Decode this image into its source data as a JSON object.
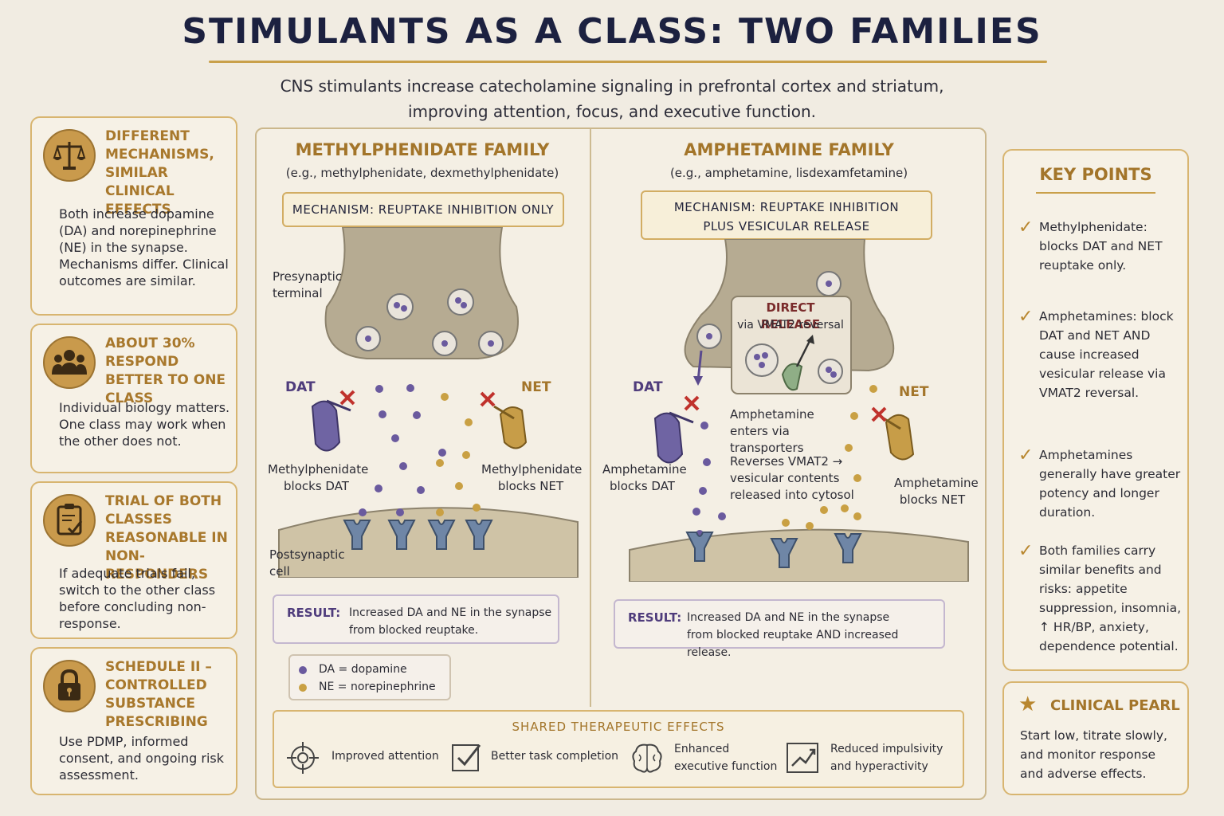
{
  "header": {
    "title": "STIMULANTS AS A CLASS: TWO FAMILIES",
    "subtitle_line1": "CNS stimulants increase catecholamine signaling in prefrontal cortex and striatum,",
    "subtitle_line2": "improving attention, focus, and executive function."
  },
  "left_cards": [
    {
      "title": "Different mechanisms, similar clinical effects",
      "body": "Both increase dopamine (DA) and norepinephrine (NE) in the synapse. Mechanisms differ. Clinical outcomes are similar.",
      "icon": "balance-scale-icon"
    },
    {
      "title": "About 30% respond better to one class",
      "body": "Individual biology matters. One class may work when the other does not.",
      "icon": "people-group-icon"
    },
    {
      "title": "Trial of both classes reasonable in non-responders",
      "body": "If adequate trials fail, switch to the other class before concluding non-response.",
      "icon": "clipboard-check-icon"
    },
    {
      "title": "Schedule II – controlled substance prescribing",
      "body": "Use PDMP, informed consent, and ongoing risk assessment.",
      "icon": "padlock-icon"
    }
  ],
  "methylphenidate": {
    "title": "METHYLPHENIDATE FAMILY",
    "examples": "(e.g., methylphenidate, dexmethylphenidate)",
    "mechanism": "MECHANISM: REUPTAKE INHIBITION ONLY",
    "presynaptic_label": "Presynaptic terminal",
    "postsynaptic_label": "Postsynaptic cell",
    "dat_label": "DAT",
    "net_label": "NET",
    "dat_block_label": "Methylphenidate blocks DAT",
    "net_block_label": "Methylphenidate blocks NET",
    "result_key": "RESULT:",
    "result_line1": "Increased DA and NE in the synapse",
    "result_line2": "from blocked reuptake."
  },
  "amphetamine": {
    "title": "AMPHETAMINE FAMILY",
    "examples": "(e.g., amphetamine, lisdexamfetamine)",
    "mechanism_line1": "MECHANISM: REUPTAKE INHIBITION",
    "mechanism_line2": "PLUS VESICULAR RELEASE",
    "direct_release_title": "DIRECT RELEASE",
    "direct_release_sub": "via VMAT2 reversal",
    "dat_label": "DAT",
    "net_label": "NET",
    "enters_label": "Amphetamine enters via transporters",
    "reverses_label": "Reverses VMAT2 → vesicular contents released into cytosol",
    "dat_block_label": "Amphetamine blocks DAT",
    "net_block_label": "Amphetamine blocks NET",
    "result_key": "RESULT:",
    "result_line1": "Increased DA and NE in the synapse",
    "result_line2": "from blocked reuptake AND increased release."
  },
  "legend": {
    "da": "DA = dopamine",
    "ne": "NE = norepinephrine",
    "da_color": "#6a5a9e",
    "ne_color": "#c9a043"
  },
  "shared_effects": {
    "title": "SHARED THERAPEUTIC EFFECTS",
    "items": [
      {
        "icon": "target-icon",
        "label": "Improved attention"
      },
      {
        "icon": "checkbox-icon",
        "label": "Better task completion"
      },
      {
        "icon": "brain-icon",
        "label": "Enhanced executive function"
      },
      {
        "icon": "trend-chart-icon",
        "label": "Reduced impulsivity and hyperactivity"
      }
    ]
  },
  "key_points": {
    "title": "KEY POINTS",
    "items": [
      "Methylphenidate: blocks DAT and NET reuptake only.",
      "Amphetamines: block DAT and NET AND cause increased vesicular release via VMAT2 reversal.",
      "Amphetamines generally have greater potency and longer duration.",
      "Both families carry similar benefits and risks: appetite suppression, insomnia, ↑ HR/BP, anxiety, dependence potential."
    ]
  },
  "clinical_pearl": {
    "title": "CLINICAL PEARL",
    "body": "Start low, titrate slowly, and monitor response and adverse effects."
  },
  "colors": {
    "accent_gold": "#c9a04a",
    "title_navy": "#1c2140",
    "transporter_purple": "#6f64a3",
    "transporter_gold": "#c79d48",
    "block_red": "#c0322c",
    "receptor_blue": "#6f86a6"
  }
}
